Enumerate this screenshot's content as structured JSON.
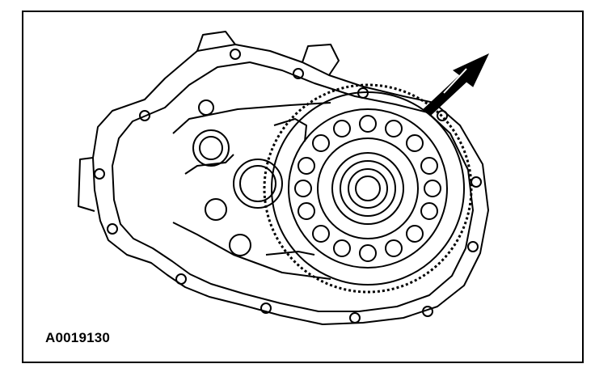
{
  "figure": {
    "id_label": "A0019130"
  },
  "drawing": {
    "subject": "transaxle-case-with-ring-gear",
    "line_color": "#000000",
    "background": "#ffffff",
    "icons": [
      "arrow-icon",
      "ring-gear",
      "bolt-hole"
    ]
  }
}
